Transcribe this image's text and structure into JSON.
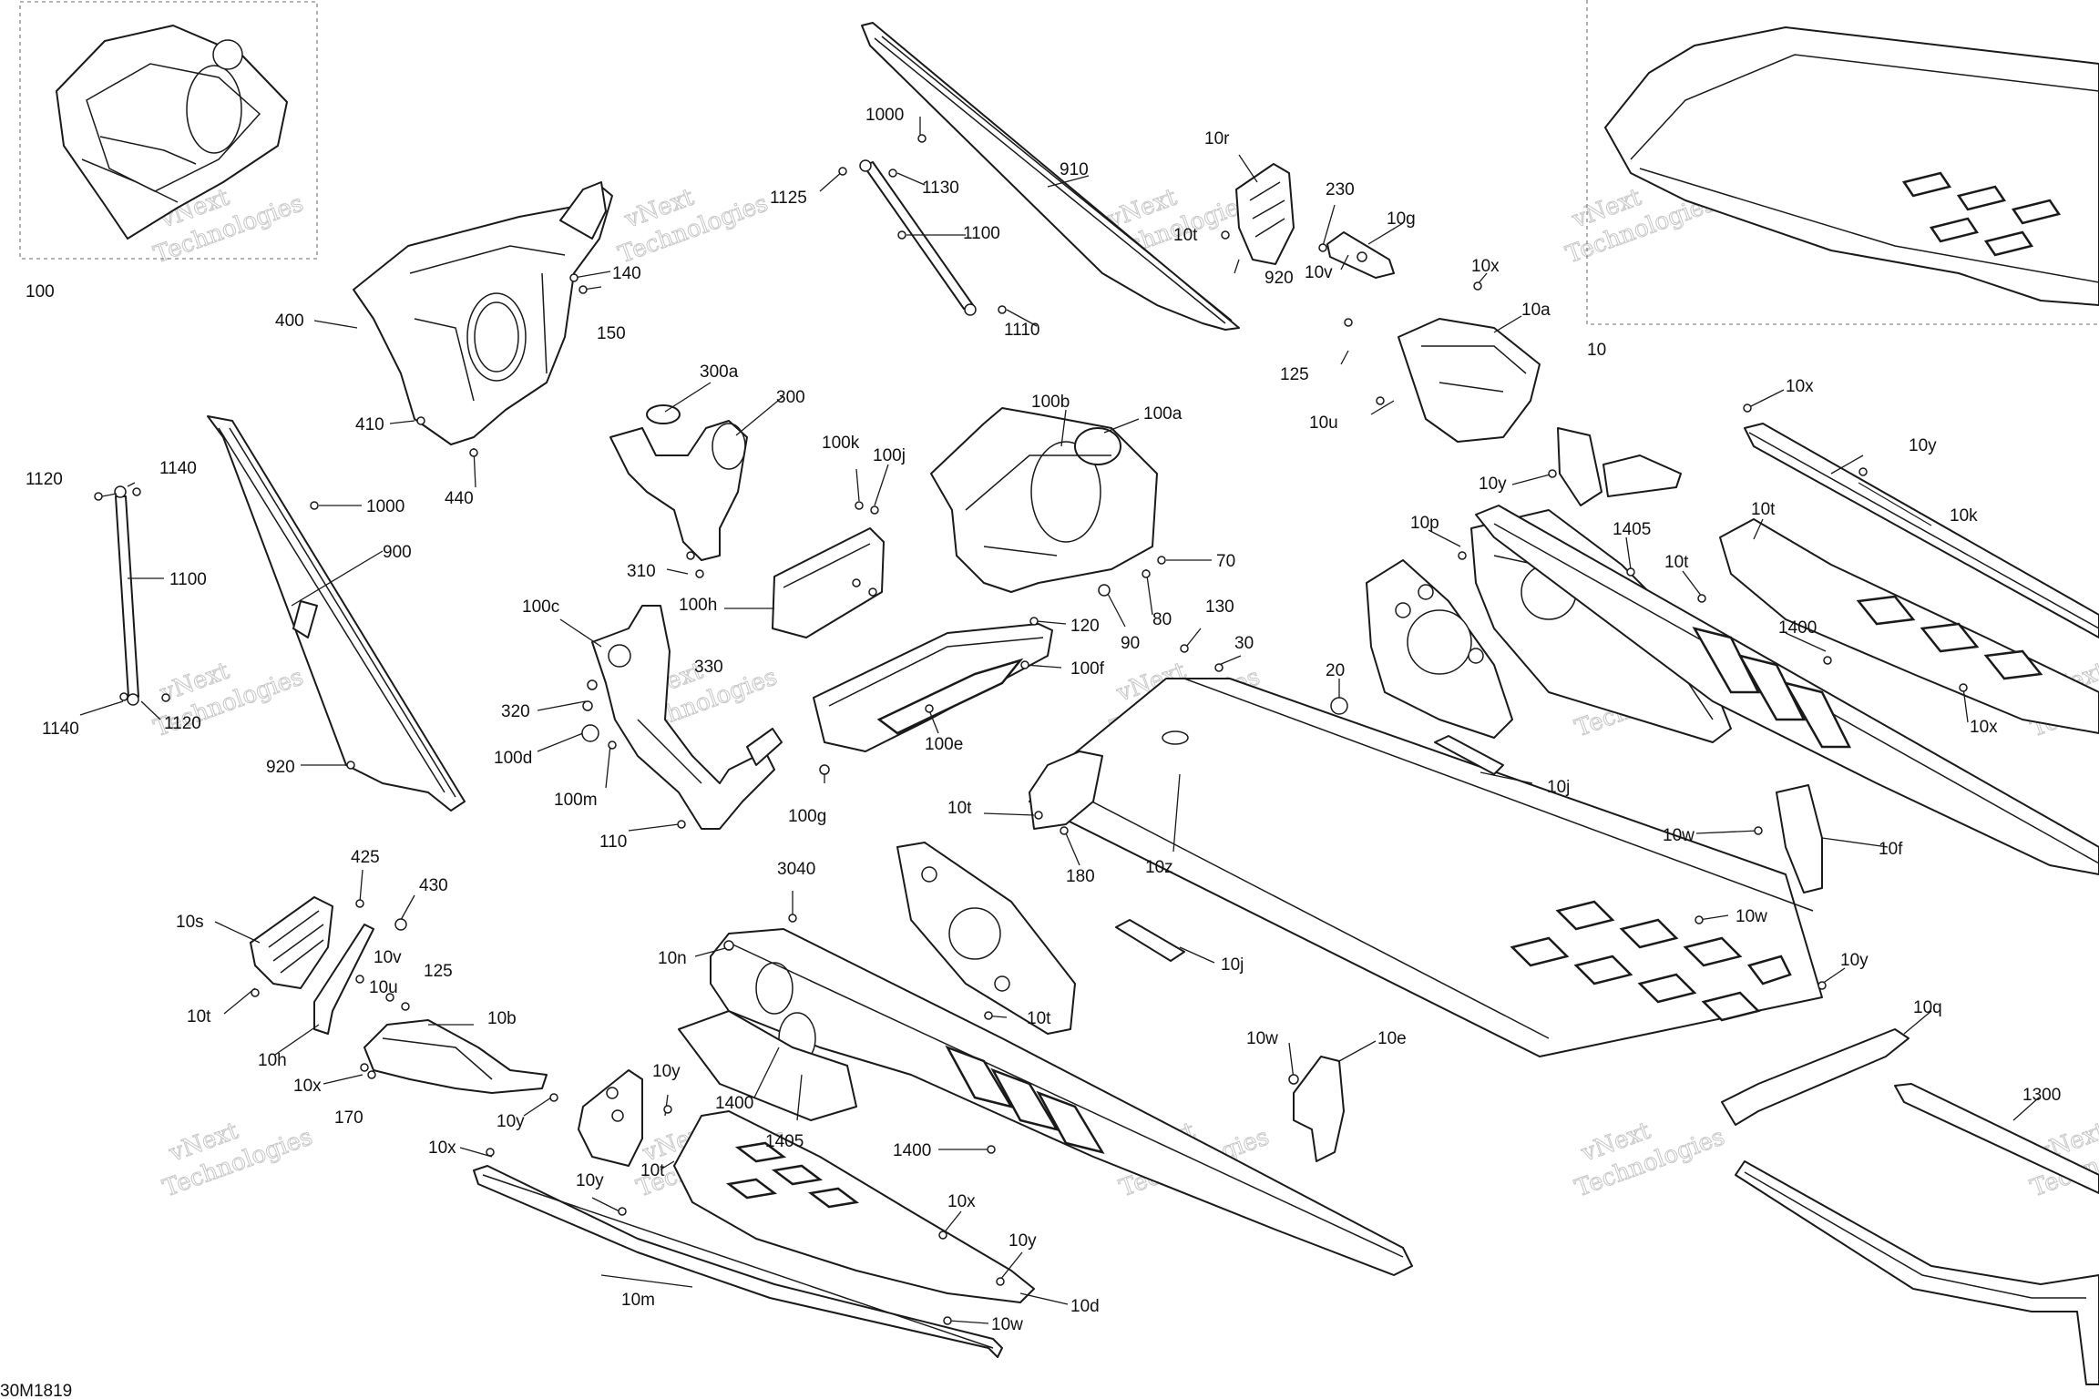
{
  "document_id": "30M1819",
  "watermark_text": [
    "vNext",
    "Technologies"
  ],
  "line_color": "#1a1a1a",
  "callouts": [
    "100",
    "400",
    "140",
    "150",
    "410",
    "440",
    "1120",
    "1140",
    "1000",
    "1100",
    "900",
    "1140",
    "1120",
    "920",
    "300a",
    "300",
    "310",
    "100k",
    "100j",
    "100h",
    "100c",
    "330",
    "320",
    "100d",
    "100m",
    "110",
    "1000",
    "1125",
    "1130",
    "1100",
    "1110",
    "910",
    "100b",
    "100a",
    "70",
    "80",
    "90",
    "120",
    "100f",
    "100e",
    "100g",
    "10r",
    "10t",
    "920",
    "230",
    "10g",
    "10v",
    "10x",
    "10a",
    "125",
    "10u",
    "10y",
    "10",
    "10x",
    "10y",
    "10k",
    "10t",
    "10p",
    "1405",
    "10t",
    "1400",
    "10x",
    "130",
    "30",
    "20",
    "10z",
    "10j",
    "10t",
    "180",
    "10j",
    "10w",
    "10f",
    "10w",
    "10y",
    "10q",
    "1300",
    "425",
    "430",
    "10s",
    "10v",
    "125",
    "10u",
    "10t",
    "10h",
    "10b",
    "10x",
    "170",
    "10y",
    "10x",
    "10y",
    "10t",
    "10m",
    "3040",
    "10n",
    "10t",
    "10y",
    "1400",
    "1405",
    "1400",
    "10x",
    "10y",
    "10d",
    "10w",
    "10w",
    "10e"
  ]
}
